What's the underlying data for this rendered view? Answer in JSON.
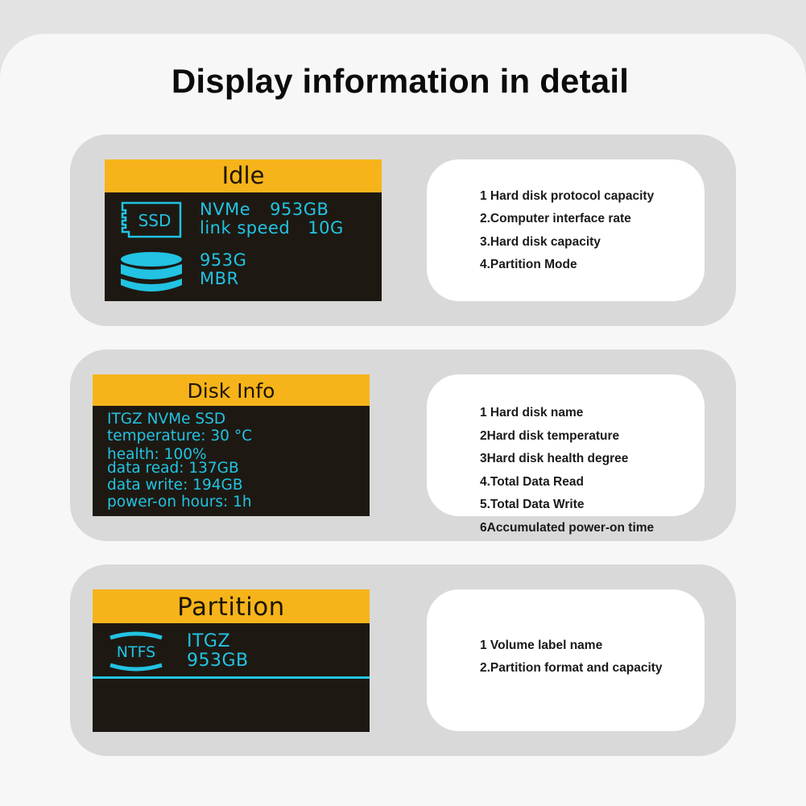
{
  "title": "Display information in detail",
  "colors": {
    "header_bg": "#f6b41a",
    "screen_bg": "#1d1912",
    "text_cyan": "#22c3e3"
  },
  "idle": {
    "header": "Idle",
    "ssd_icon_label": "SSD",
    "protocol": "NVMe",
    "protocol_capacity": "953GB",
    "link_label": "link speed",
    "link_value": "10G",
    "capacity": "953G",
    "partition_mode": "MBR",
    "descriptions": [
      "1 Hard disk protocol capacity",
      "2.Computer interface rate",
      "3.Hard disk capacity",
      "4.Partition Mode"
    ]
  },
  "disk_info": {
    "header": "Disk Info",
    "lines": [
      "ITGZ NVMe SSD",
      "temperature: 30 °C",
      "health: 100%",
      "data read: 137GB",
      "data write: 194GB",
      "power-on hours: 1h"
    ],
    "descriptions": [
      "1 Hard disk name",
      "2Hard disk temperature",
      "3Hard disk health degree",
      "4.Total Data Read",
      "5.Total Data Write",
      "6Accumulated power-on time"
    ]
  },
  "partition": {
    "header": "Partition",
    "ntfs_icon_label": "NTFS",
    "volume_name": "ITGZ",
    "capacity": "953GB",
    "descriptions": [
      "1 Volume label name",
      "2.Partition format and capacity"
    ]
  }
}
